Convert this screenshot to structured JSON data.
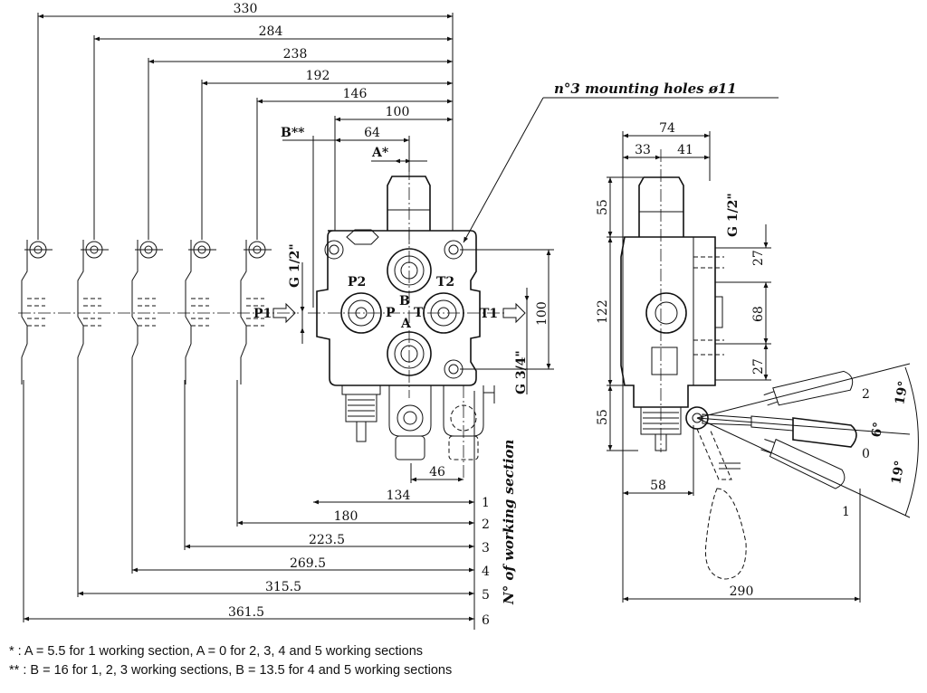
{
  "front_view": {
    "total_widths": [
      "330",
      "284",
      "238",
      "192",
      "146",
      "100"
    ],
    "hole_spacing": "64",
    "label_b": "B**",
    "label_a": "A*",
    "dim_46": "46",
    "dim_g12": "G 1/2\"",
    "dim_g34": "G 3/4\"",
    "dim_100": "100",
    "ports": {
      "p1": "P1",
      "p2": "P2",
      "t1": "T1",
      "t2": "T2",
      "p": "P",
      "t": "T",
      "a": "A",
      "b": "B"
    },
    "mounting_holes_callout": "n°3 mounting holes ø11",
    "section_lengths": [
      "134",
      "180",
      "223.5",
      "269.5",
      "315.5",
      "361.5"
    ],
    "section_numbers": [
      "1",
      "2",
      "3",
      "4",
      "5",
      "6"
    ],
    "section_axis_label": "N° of working section"
  },
  "side_view": {
    "width_total": "74",
    "width_left": "33",
    "width_right": "41",
    "height_top": "55",
    "height_mid": "122",
    "height_bottom": "55",
    "port_g12": "G 1/2\"",
    "dim_27_top": "27",
    "dim_68": "68",
    "dim_27_bottom": "27",
    "dim_58": "58",
    "dim_290": "290",
    "lever_positions": [
      "2",
      "0",
      "1"
    ],
    "angle_up": "19°",
    "angle_mid": "6°",
    "angle_down": "19°"
  },
  "notes": {
    "note_a": "* : A = 5.5 for 1 working section, A = 0 for 2, 3, 4 and 5 working sections",
    "note_b": "** : B = 16 for 1, 2, 3 working sections, B = 13.5 for 4 and 5 working sections"
  }
}
